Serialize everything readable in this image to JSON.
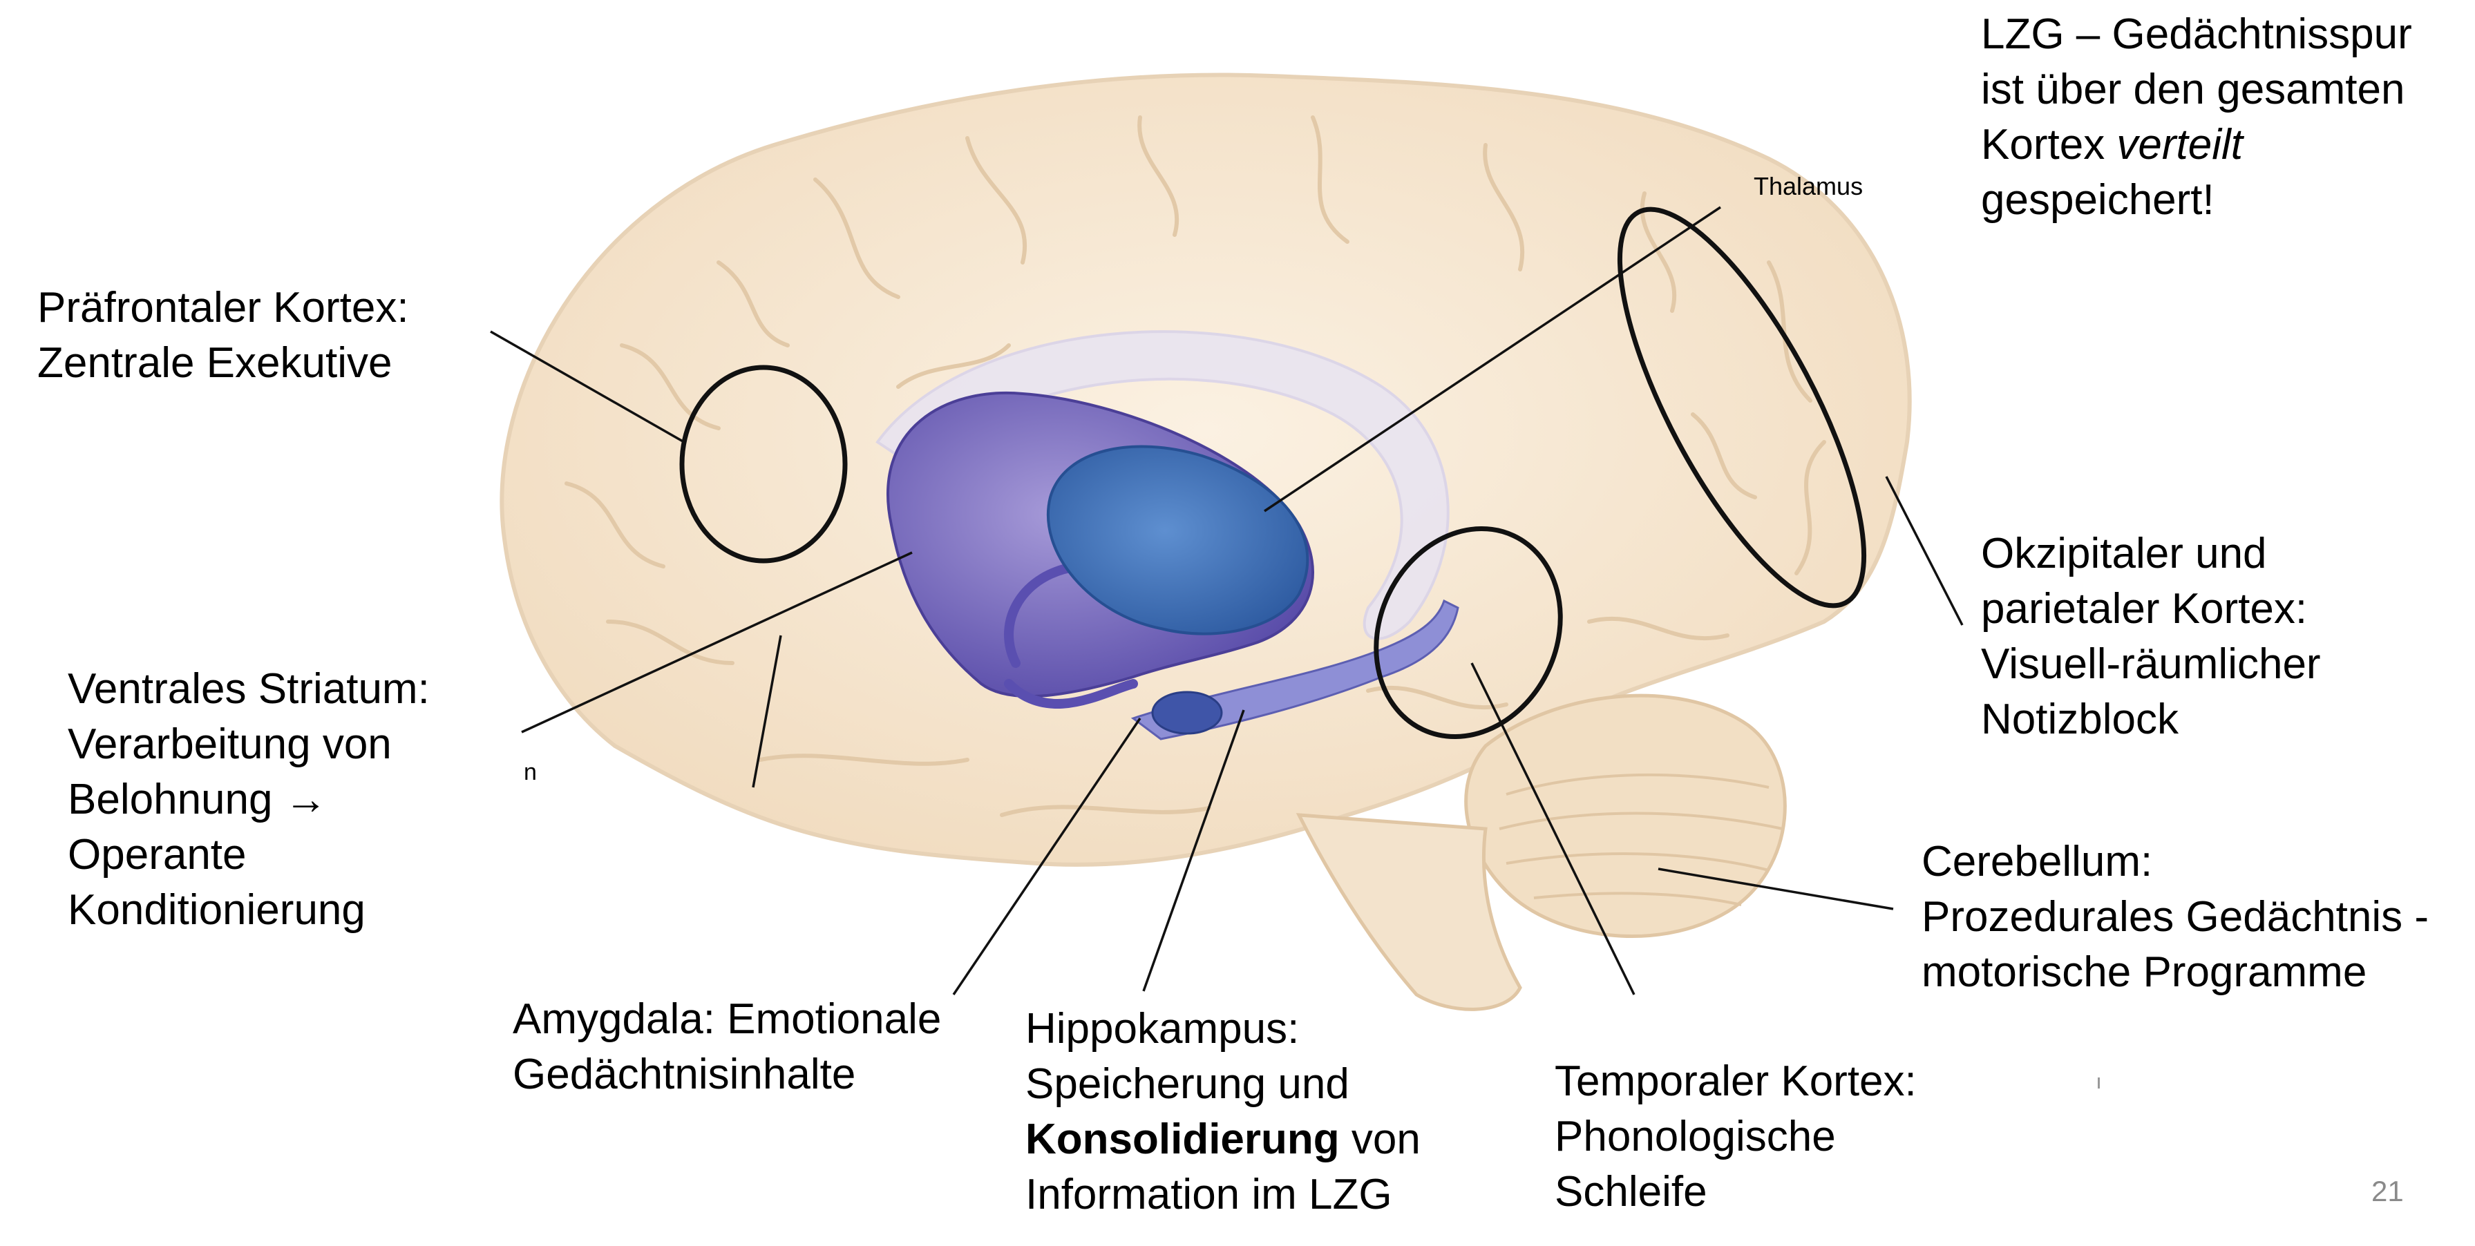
{
  "thalamus_label": "Thalamus",
  "lzg_note": {
    "line1": "LZG – Gedächtnisspur",
    "line2": "ist über den gesamten",
    "line3_a": "Kortex ",
    "line3_b": "verteilt",
    "line4": "gespeichert!"
  },
  "praefrontal": {
    "line1": "Präfrontaler Kortex:",
    "line2": "Zentrale Exekutive"
  },
  "striatum": {
    "line1": "Ventrales Striatum:",
    "line2": "Verarbeitung von",
    "line3": "Belohnung →",
    "line4": "Operante",
    "line5": "Konditionierung"
  },
  "cut_fragment": "n",
  "okzipital": {
    "line1": "Okzipitaler und",
    "line2": "parietaler Kortex:",
    "line3": "Visuell-räumlicher",
    "line4": "Notizblock"
  },
  "cerebellum": {
    "line1": "Cerebellum:",
    "line2": "Prozedurales Gedächtnis -",
    "line3": "motorische Programme"
  },
  "amygdala": {
    "line1": "Amygdala: Emotionale",
    "line2": "Gedächtnisinhalte"
  },
  "hippokampus": {
    "line1": "Hippokampus:",
    "line2": "Speicherung und",
    "line3_bold": "Konsolidierung",
    "line3_rest": " von",
    "line4": "Information im LZG"
  },
  "temporal": {
    "line1": "Temporaler Kortex:",
    "line2": "Phonologische",
    "line3": "Schleife"
  },
  "page_number": "21",
  "colors": {
    "brain_fill": "#f6e6cf",
    "brain_fold": "#e2c9a8",
    "limbic_purple": "#6a5fb6",
    "thalamus_blue": "#3f6fb4",
    "line": "#111111"
  }
}
